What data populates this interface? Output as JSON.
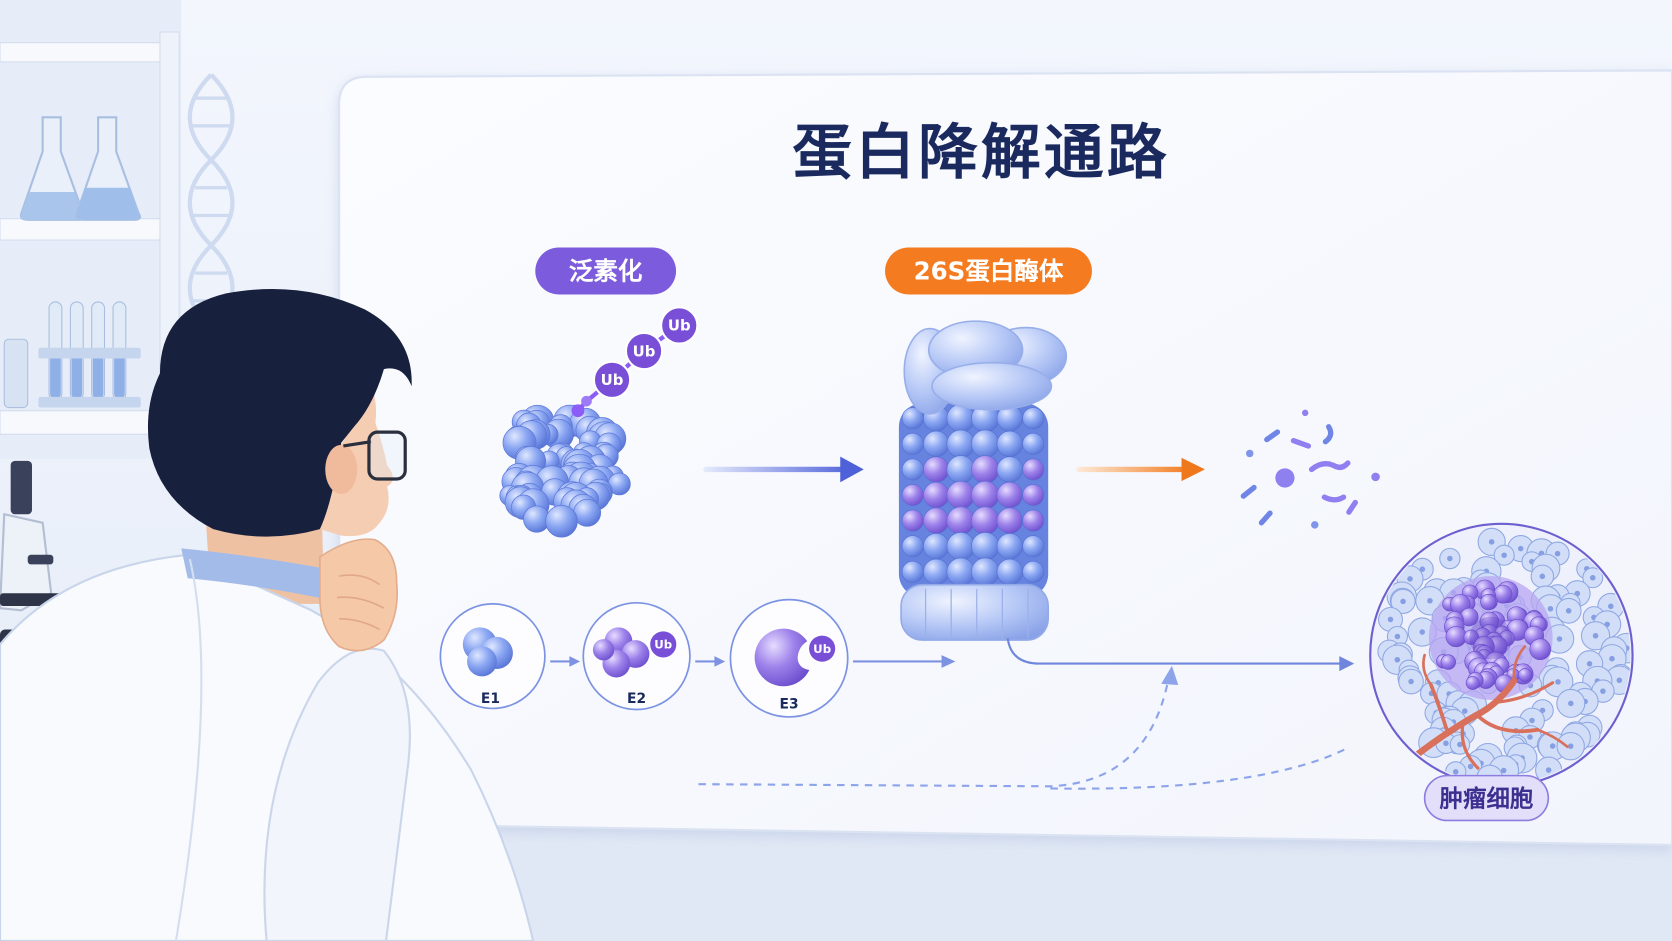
{
  "title": "蛋白降解通路",
  "labels": {
    "ubiquitination": "泛素化",
    "proteasome": "26S蛋白酶体",
    "tumor_cell": "肿瘤细胞"
  },
  "ubiquitin_chain": [
    "Ub",
    "Ub",
    "Ub"
  ],
  "enzymes": [
    {
      "label": "E1"
    },
    {
      "label": "E2",
      "ub": "Ub"
    },
    {
      "label": "E3",
      "ub": "Ub"
    }
  ],
  "colors": {
    "title": "#1b2a5e",
    "ubiquitination_pill": "#7c5bdc",
    "proteasome_pill": "#f47b20",
    "tumor_pill": "#e3dffb",
    "ubiquitin": "#7a4fd8"
  }
}
